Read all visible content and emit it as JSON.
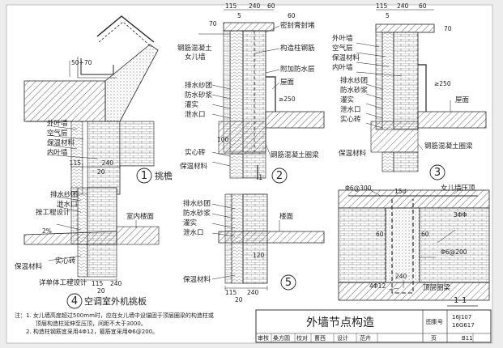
{
  "details": {
    "d1": {
      "num": "1",
      "title": "挑檐",
      "labels": [
        "外叶墙",
        "空气层",
        "保温材料",
        "内叶墙"
      ],
      "dims": {
        "top": "50÷70",
        "w1": "115",
        "w2": "240",
        "w3": "20"
      }
    },
    "d2": {
      "num": "2",
      "labels": [
        "钢筋混凝土",
        "女儿墙",
        "密封膏封堵",
        "构造柱钢筋",
        "附加防水层",
        "屋面",
        "排水纱团",
        "防水砂浆",
        "灌实",
        "泄水口",
        "实心砖",
        "保温材料",
        "钢筋混凝土圈梁"
      ],
      "dims": {
        "top": "115",
        "top2": "240",
        "top3": "60",
        "sub": "5",
        "v70": "70",
        "v60": "60",
        "v250": "≥250",
        "v100": "100",
        "mark": "1"
      }
    },
    "d3": {
      "num": "3",
      "labels": [
        "外叶墙",
        "空气层",
        "保温材料",
        "内叶墙",
        "屋面",
        "排水纱团",
        "防水砂浆",
        "灌实",
        "泄水口",
        "实心砖",
        "钢筋混凝土圈梁",
        "保温材料"
      ],
      "dims": {
        "top": "115",
        "top2": "240",
        "top3": "60",
        "sub": "5",
        "v70": "70",
        "v250": "≥250"
      }
    },
    "d4": {
      "num": "4",
      "title": "空调室外机挑板",
      "labels": [
        "排水纱团",
        "泄水口",
        "按工程设计",
        "室内楼面",
        "保温材料",
        "实心砖",
        "详单体工程设计"
      ],
      "dims": {
        "slope": "2%",
        "w1": "115",
        "w2": "240",
        "w3": "20"
      }
    },
    "d5": {
      "num": "5",
      "labels": [
        "排水纱团",
        "防水砂浆",
        "灌实",
        "泄水口",
        "楼面",
        "保温材料"
      ],
      "dims": {
        "w1": "115",
        "w2": "240",
        "w3": "20",
        "v120": "120"
      }
    },
    "d6": {
      "num": "1-1",
      "labels": [
        "Φ6@300",
        "15d",
        "女儿墙压顶",
        "3ΦΦ",
        "60",
        "60",
        "Φ6@200",
        "240",
        "4Φ12",
        "顶层圈梁"
      ]
    }
  },
  "notes": {
    "line1": "注：1. 女儿墙高度超过500mm时，应在女儿墙中设锚固于顶层圈梁的构造柱或",
    "line2": "顶层构造柱延伸至压顶，间距不大于3000。",
    "line3": "2. 构造柱钢筋宜采用4Φ12，箍筋宜采用Φ6@200。"
  },
  "title_block": {
    "title": "外墙节点构造",
    "atlas_label": "图集号",
    "atlas_no_1": "16J107",
    "atlas_no_2": "16G617",
    "page_label": "页",
    "page_no": "B11",
    "row": [
      "审核",
      "桑方圆",
      "校对",
      "曹西",
      "设计",
      "范卉"
    ]
  },
  "colors": {
    "line": "#222222",
    "hatch": "#555555",
    "paper": "#ffffff",
    "viewer": "#ededed"
  }
}
